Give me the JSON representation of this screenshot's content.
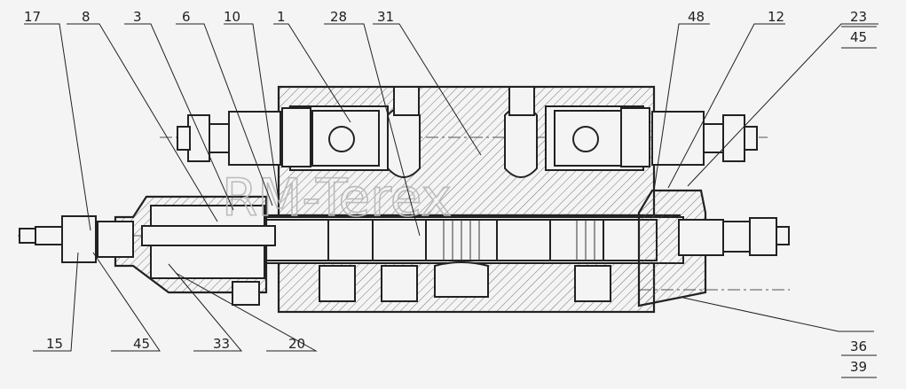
{
  "callouts_top": [
    "17",
    "8",
    "3",
    "6",
    "10",
    "1",
    "28",
    "31",
    "48",
    "12"
  ],
  "callouts_bottom": [
    "15",
    "45",
    "33",
    "20"
  ],
  "callout_23_45": {
    "top": "23",
    "bottom": "45"
  },
  "callout_36_39": {
    "top": "36",
    "bottom": "39"
  },
  "watermark": "RM-Terex",
  "colors": {
    "line": "#222222",
    "background": "#f4f4f4",
    "watermark": "#bbbbbb"
  }
}
